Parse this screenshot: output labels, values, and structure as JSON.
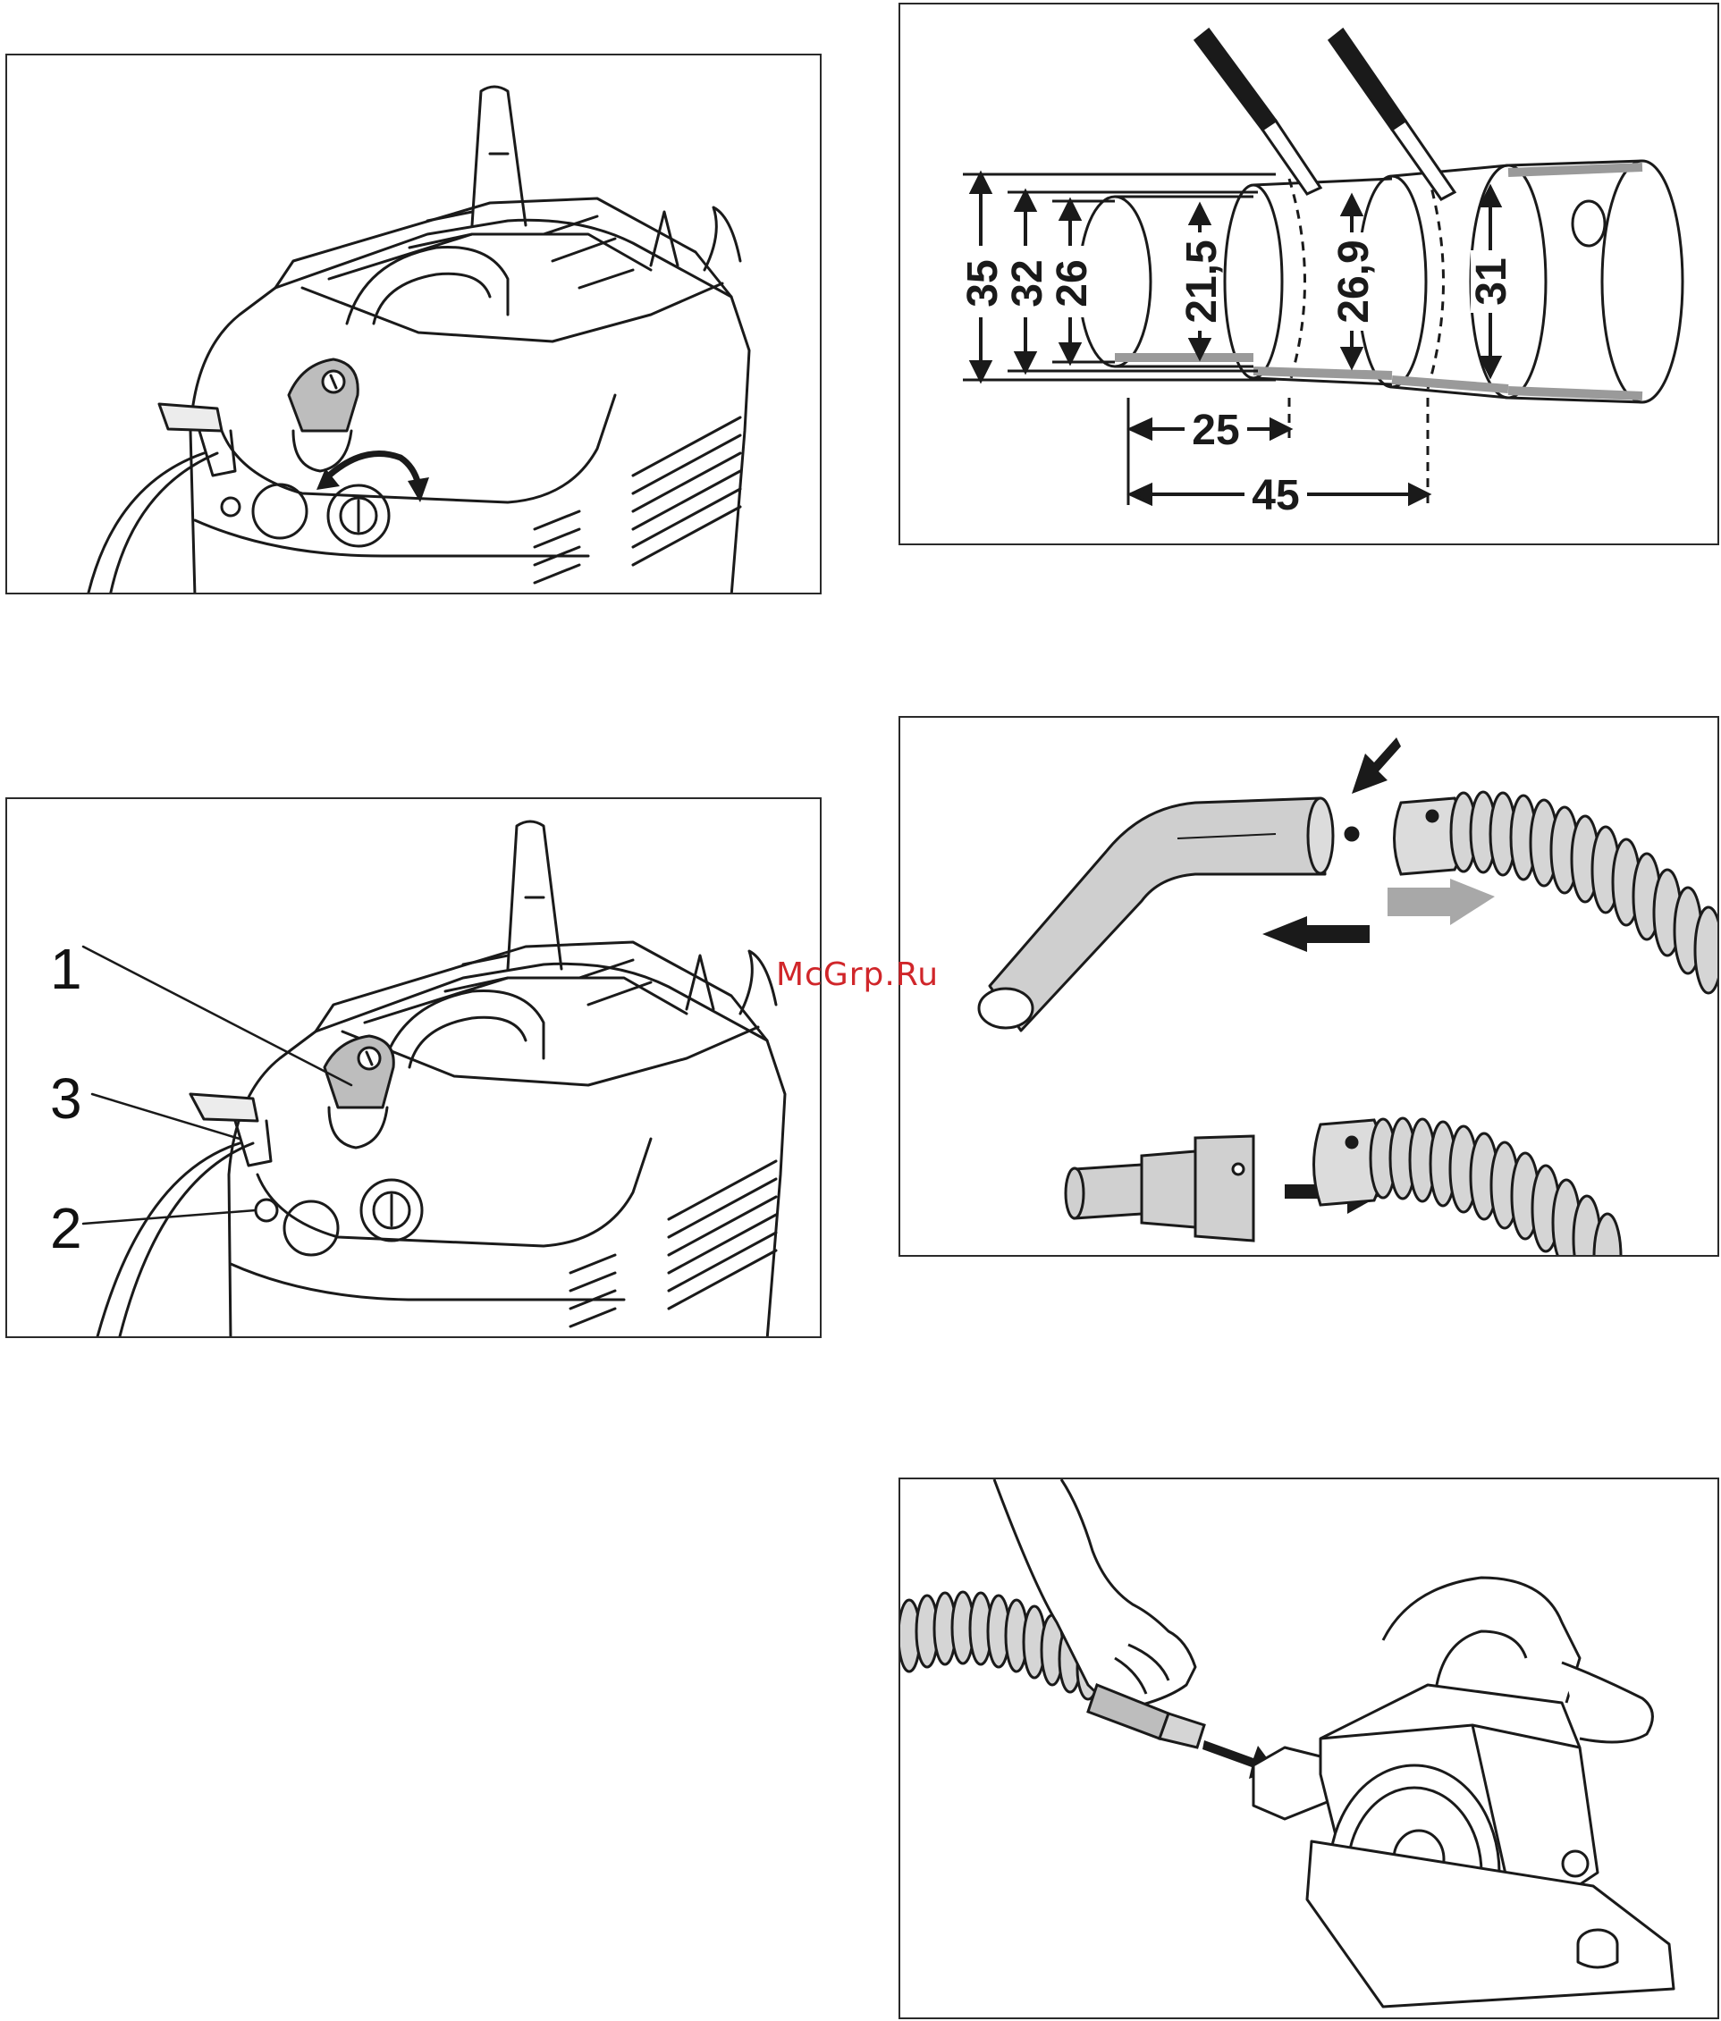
{
  "figures": {
    "fig1": {
      "kind": "vacuum-top-with-rotate-arrow"
    },
    "fig2": {
      "kind": "pipe-dimensions",
      "diameters": [
        "35",
        "32",
        "26",
        "21,5",
        "26,9",
        "31"
      ],
      "lengths": [
        "25",
        "45"
      ]
    },
    "fig3": {
      "kind": "vacuum-top-labeled",
      "callouts": [
        "1",
        "3",
        "2"
      ]
    },
    "fig4": {
      "kind": "hose-handle-and-adapter"
    },
    "fig5": {
      "kind": "hose-connect-to-tool"
    }
  },
  "watermark": "McGrp.Ru",
  "colors": {
    "line": "#1a1a1a",
    "gray_arrow": "#a8a8a8",
    "fill_gray": "#c9c9c9",
    "watermark": "#d0262a"
  }
}
